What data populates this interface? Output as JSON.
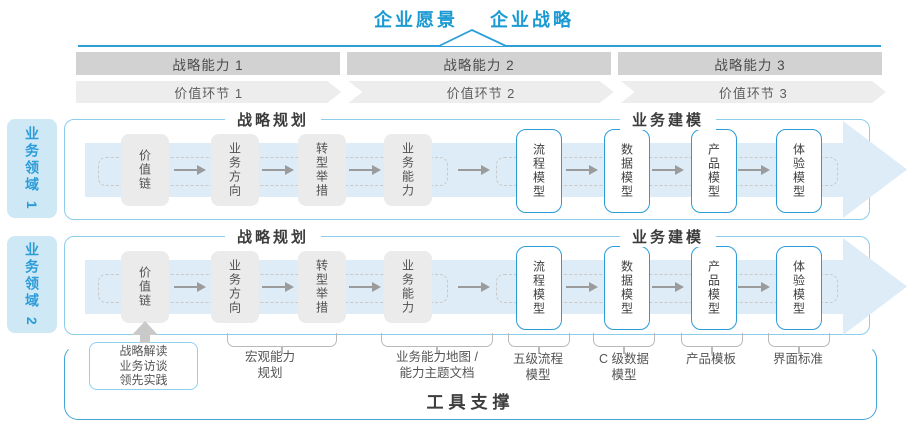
{
  "header": {
    "vision": "企业愿景",
    "strategy": "企业战略"
  },
  "strategic_capabilities": [
    "战略能力 1",
    "战略能力 2",
    "战略能力 3"
  ],
  "value_links": [
    "价值环节 1",
    "价值环节 2",
    "价值环节 3"
  ],
  "business_domains": [
    "业务领域 1",
    "业务领域 2"
  ],
  "row": {
    "planning_header": "战略规划",
    "modeling_header": "业务建模",
    "planning_boxes": [
      "价值链",
      "业务方向",
      "转型举措",
      "业务能力"
    ],
    "modeling_boxes": [
      "流程模型",
      "数据模型",
      "产品模型",
      "体验模型"
    ]
  },
  "annotations": {
    "inputs": [
      "战略解读",
      "业务访谈",
      "领先实践"
    ],
    "macro_line1": "宏观能力",
    "macro_line2": "规划",
    "capmap_line1": "业务能力地图 /",
    "capmap_line2": "能力主题文档",
    "process_line1": "五级流程",
    "process_line2": "模型",
    "data_line1": "C 级数据",
    "data_line2": "模型",
    "product": "产品模板",
    "ui": "界面标准"
  },
  "footer": {
    "tools_label": "工具支撑"
  },
  "colors": {
    "accent_blue": "#1b9ad2",
    "line_blue": "#2d9fd8",
    "row_border_blue": "#8ccdec",
    "band_blue": "#ddecf7",
    "bar_gray": "#d2d2d2",
    "chevron_gray": "#ededed",
    "box_gray": "#ebebeb",
    "domain_bg": "#cfe8f6",
    "tools_border": "#42a5d8"
  }
}
